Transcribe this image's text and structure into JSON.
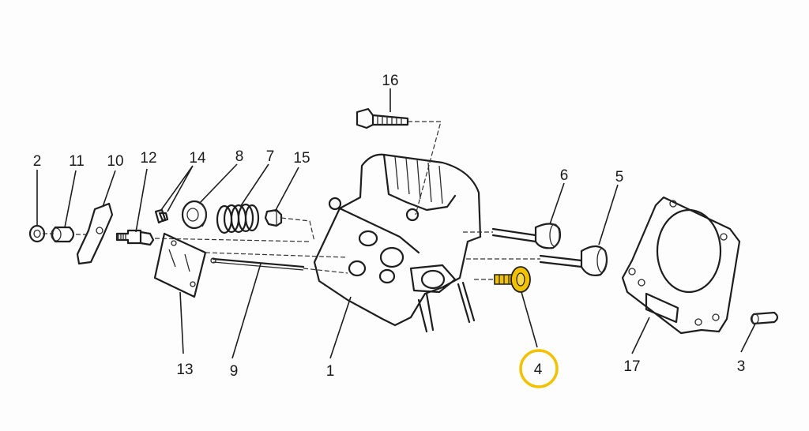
{
  "callouts": [
    {
      "id": "2",
      "label": "2"
    },
    {
      "id": "11",
      "label": "11"
    },
    {
      "id": "10",
      "label": "10"
    },
    {
      "id": "12",
      "label": "12"
    },
    {
      "id": "14",
      "label": "14"
    },
    {
      "id": "8",
      "label": "8"
    },
    {
      "id": "7",
      "label": "7"
    },
    {
      "id": "15",
      "label": "15"
    },
    {
      "id": "16",
      "label": "16"
    },
    {
      "id": "6",
      "label": "6"
    },
    {
      "id": "5",
      "label": "5"
    },
    {
      "id": "13",
      "label": "13"
    },
    {
      "id": "9",
      "label": "9"
    },
    {
      "id": "1",
      "label": "1"
    },
    {
      "id": "4",
      "label": "4"
    },
    {
      "id": "17",
      "label": "17"
    },
    {
      "id": "3",
      "label": "3"
    }
  ],
  "highlight": {
    "part": "4",
    "color": "#f2c200"
  }
}
